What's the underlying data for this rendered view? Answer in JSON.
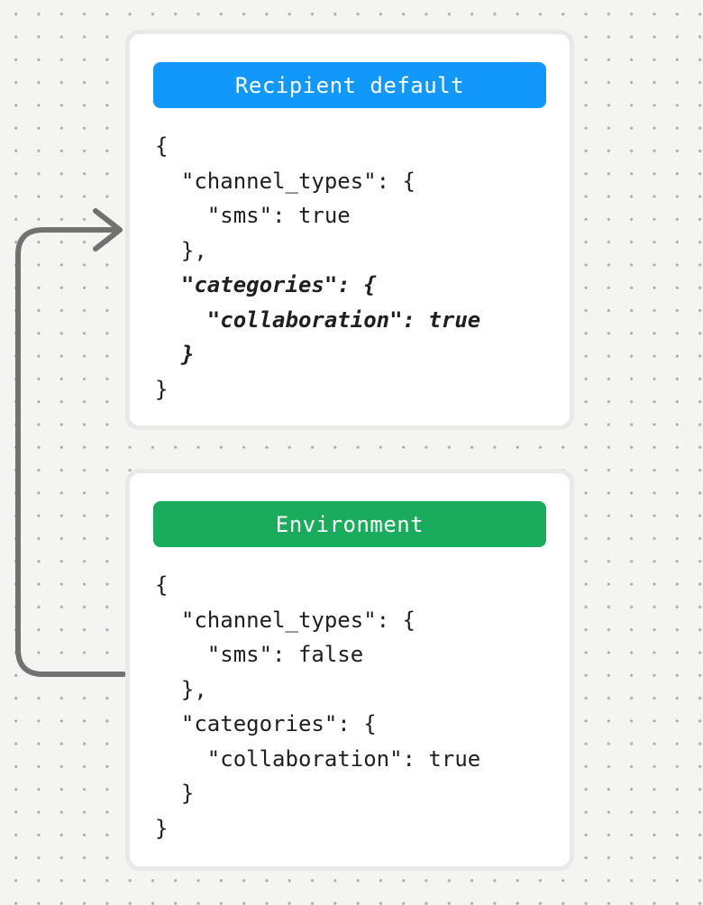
{
  "canvas": {
    "background_color": "#f4f4f2",
    "dot_color": "#aeaeae"
  },
  "arrow": {
    "color": "#717171",
    "meaning": "flow from Environment card to Recipient default card"
  },
  "cards": [
    {
      "header": {
        "label": "Recipient default",
        "color": "#1297fb"
      },
      "code_lines": [
        {
          "text": "{",
          "emphasis": false
        },
        {
          "text": "  \"channel_types\": {",
          "emphasis": false
        },
        {
          "text": "    \"sms\": true",
          "emphasis": false
        },
        {
          "text": "  },",
          "emphasis": false
        },
        {
          "text": "  \"categories\": {",
          "emphasis": true
        },
        {
          "text": "    \"collaboration\": true",
          "emphasis": true
        },
        {
          "text": "  }",
          "emphasis": true
        },
        {
          "text": "}",
          "emphasis": false
        }
      ]
    },
    {
      "header": {
        "label": "Environment",
        "color": "#1aab5c"
      },
      "code_lines": [
        {
          "text": "{",
          "emphasis": false
        },
        {
          "text": "  \"channel_types\": {",
          "emphasis": false
        },
        {
          "text": "    \"sms\": false",
          "emphasis": false
        },
        {
          "text": "  },",
          "emphasis": false
        },
        {
          "text": "  \"categories\": {",
          "emphasis": false
        },
        {
          "text": "    \"collaboration\": true",
          "emphasis": false
        },
        {
          "text": "  }",
          "emphasis": false
        },
        {
          "text": "}",
          "emphasis": false
        }
      ]
    }
  ]
}
